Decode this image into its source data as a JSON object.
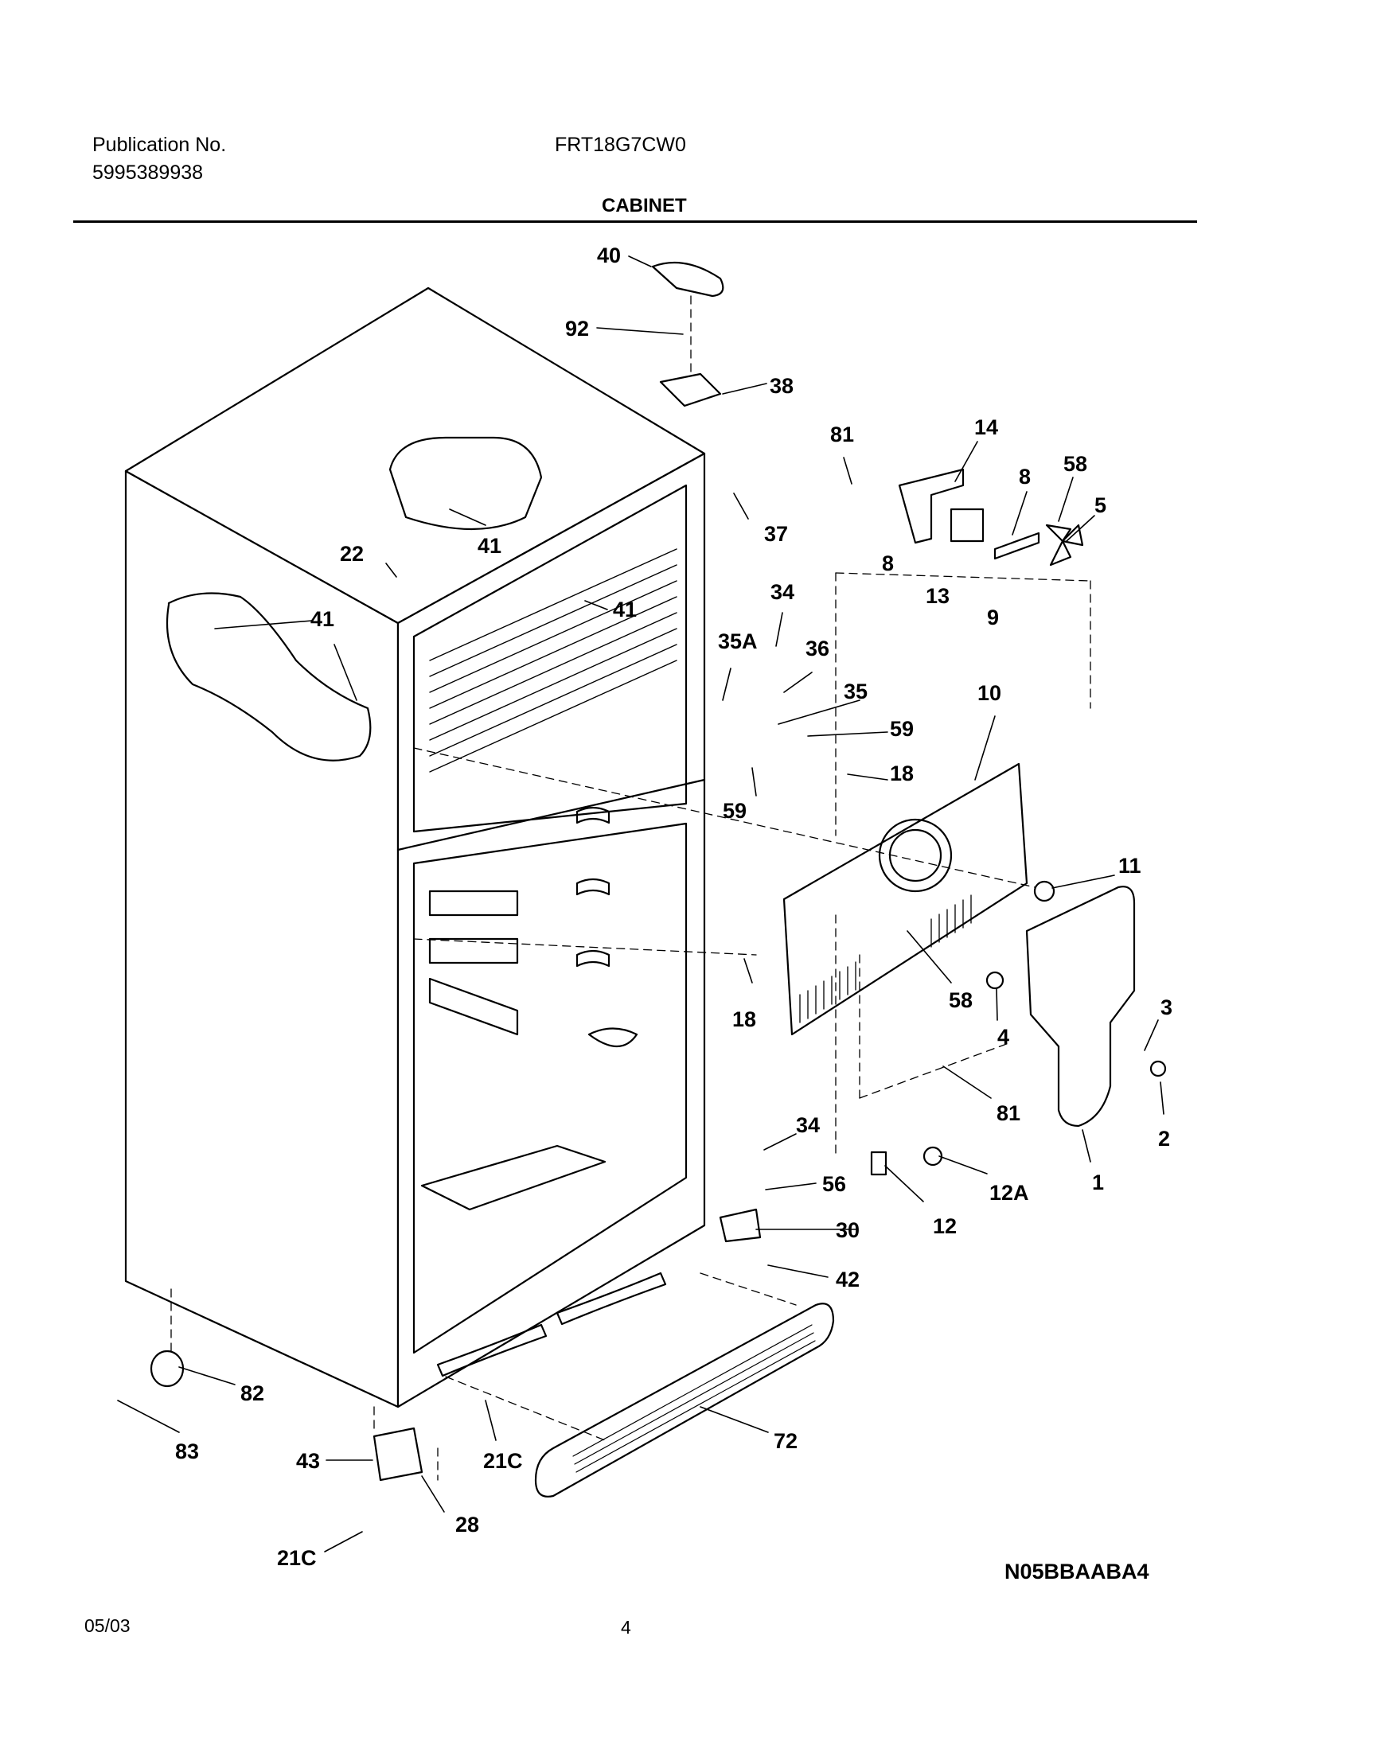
{
  "header": {
    "publication_label": "Publication No.",
    "publication_number": "5995389938",
    "model": "FRT18G7CW0",
    "section_title": "CABINET"
  },
  "diagram": {
    "code": "N05BBAABA4",
    "callouts": [
      {
        "id": "c40",
        "text": "40"
      },
      {
        "id": "c92",
        "text": "92"
      },
      {
        "id": "c38",
        "text": "38"
      },
      {
        "id": "c81a",
        "text": "81"
      },
      {
        "id": "c14",
        "text": "14"
      },
      {
        "id": "c8a",
        "text": "8"
      },
      {
        "id": "c58a",
        "text": "58"
      },
      {
        "id": "c5",
        "text": "5"
      },
      {
        "id": "c37",
        "text": "37"
      },
      {
        "id": "c41a",
        "text": "41"
      },
      {
        "id": "c22",
        "text": "22"
      },
      {
        "id": "c8b",
        "text": "8"
      },
      {
        "id": "c13",
        "text": "13"
      },
      {
        "id": "c9",
        "text": "9"
      },
      {
        "id": "c41b",
        "text": "41"
      },
      {
        "id": "c41c",
        "text": "41"
      },
      {
        "id": "c34a",
        "text": "34"
      },
      {
        "id": "c35a",
        "text": "35A"
      },
      {
        "id": "c36",
        "text": "36"
      },
      {
        "id": "c35",
        "text": "35"
      },
      {
        "id": "c10",
        "text": "10"
      },
      {
        "id": "c59a",
        "text": "59"
      },
      {
        "id": "c18a",
        "text": "18"
      },
      {
        "id": "c59b",
        "text": "59"
      },
      {
        "id": "c11",
        "text": "11"
      },
      {
        "id": "c58b",
        "text": "58"
      },
      {
        "id": "c18b",
        "text": "18"
      },
      {
        "id": "c4",
        "text": "4"
      },
      {
        "id": "c3",
        "text": "3"
      },
      {
        "id": "c81b",
        "text": "81"
      },
      {
        "id": "c2",
        "text": "2"
      },
      {
        "id": "c34b",
        "text": "34"
      },
      {
        "id": "c56",
        "text": "56"
      },
      {
        "id": "c12a",
        "text": "12A"
      },
      {
        "id": "c1",
        "text": "1"
      },
      {
        "id": "c30",
        "text": "30"
      },
      {
        "id": "c12",
        "text": "12"
      },
      {
        "id": "c42",
        "text": "42"
      },
      {
        "id": "c82",
        "text": "82"
      },
      {
        "id": "c72",
        "text": "72"
      },
      {
        "id": "c83",
        "text": "83"
      },
      {
        "id": "c43",
        "text": "43"
      },
      {
        "id": "c21ca",
        "text": "21C"
      },
      {
        "id": "c28",
        "text": "28"
      },
      {
        "id": "c21cb",
        "text": "21C"
      }
    ]
  },
  "footer": {
    "date": "05/03",
    "page": "4"
  }
}
